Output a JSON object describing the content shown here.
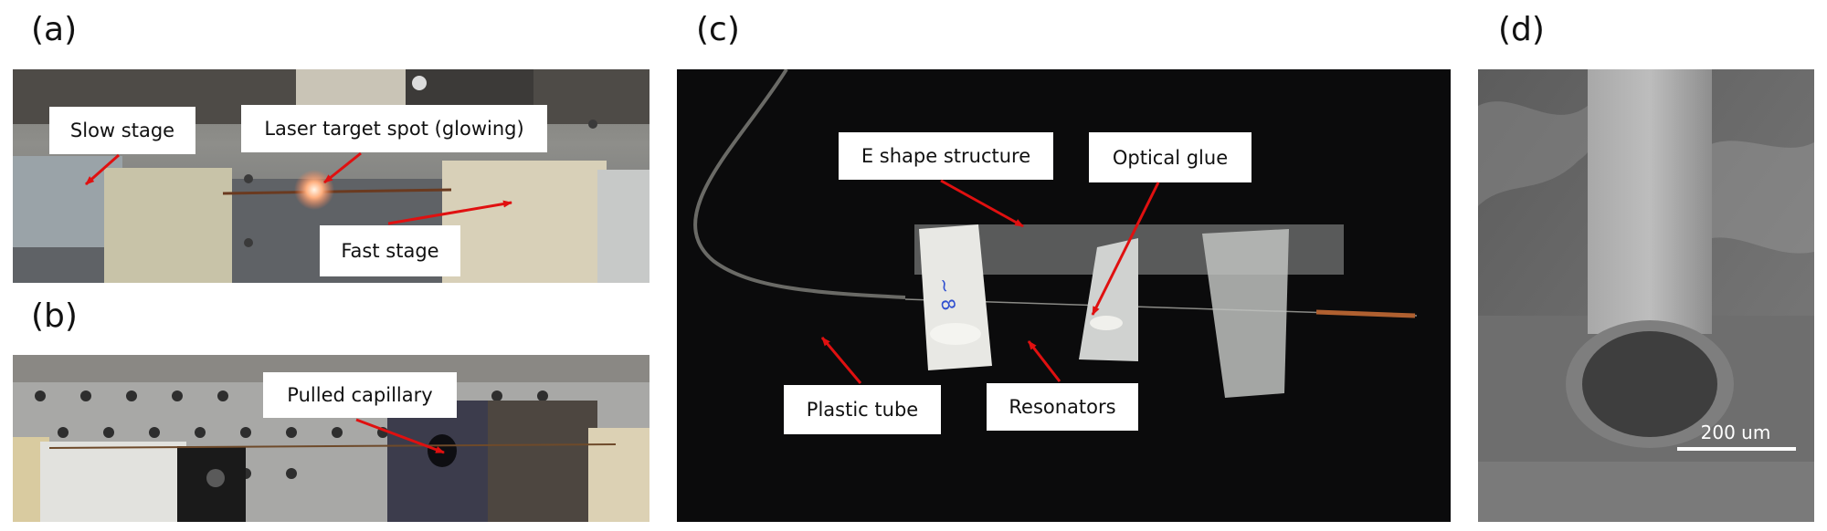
{
  "panels": {
    "a": {
      "label": "(a)",
      "callouts": {
        "slow_stage": "Slow stage",
        "laser_spot": "Laser target spot (glowing)",
        "fast_stage": "Fast stage"
      }
    },
    "b": {
      "label": "(b)",
      "callouts": {
        "pulled_capillary": "Pulled capillary"
      }
    },
    "c": {
      "label": "(c)",
      "callouts": {
        "e_shape": "E shape structure",
        "optical_glue": "Optical glue",
        "plastic_tube": "Plastic tube",
        "resonators": "Resonators"
      }
    },
    "d": {
      "label": "(d)",
      "scale_bar": "200 um"
    }
  },
  "colors": {
    "arrow": "#e01010",
    "background": "#ffffff"
  }
}
